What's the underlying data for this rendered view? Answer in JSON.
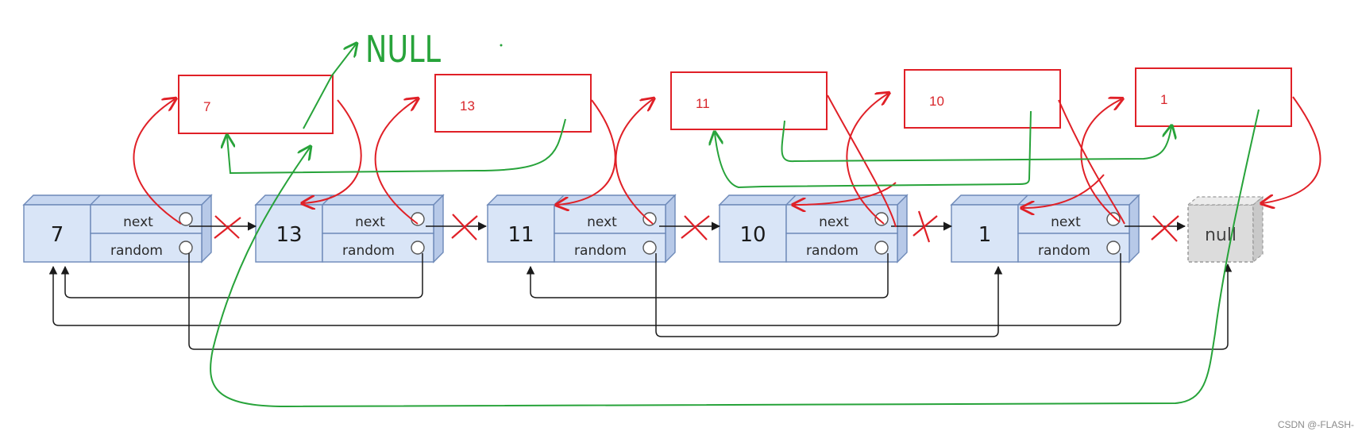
{
  "nodes": [
    {
      "value": "7",
      "next_label": "next",
      "random_label": "random"
    },
    {
      "value": "13",
      "next_label": "next",
      "random_label": "random"
    },
    {
      "value": "11",
      "next_label": "next",
      "random_label": "random"
    },
    {
      "value": "10",
      "next_label": "next",
      "random_label": "random"
    },
    {
      "value": "1",
      "next_label": "next",
      "random_label": "random"
    }
  ],
  "tail_null": "null",
  "copies": [
    "7",
    "13",
    "11",
    "10",
    "1"
  ],
  "handwritten_null": "NULL",
  "watermark": "CSDN @-FLASH-",
  "colors": {
    "node_fill": "#d9e5f7",
    "node_stroke": "#6d89b8",
    "pointer_line": "#1a1a1a",
    "copy_red": "#e02027",
    "green_ink": "#27a33a"
  }
}
